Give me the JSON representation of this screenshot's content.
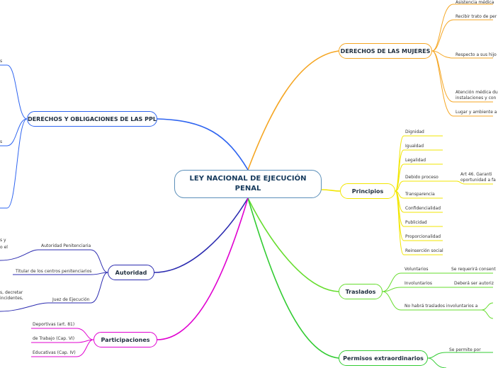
{
  "center": "LEY NACIONAL DE EJECUCIÓN PENAL",
  "colors": {
    "orange": "#f5a623",
    "yellow": "#f2e600",
    "green": "#66dd2e",
    "green2": "#33cc33",
    "blue": "#2e64f0",
    "navy": "#2b2bb0",
    "magenta": "#e000d0"
  },
  "branches": {
    "mujeres": {
      "label": "DERECHOS DE LAS MUJERES",
      "items": [
        "Asistencia médica",
        "Recibir trato de per",
        "Respecto a sus hijo",
        "Atención médica du",
        "instalaciones y con",
        "Lugar y ambiente a"
      ]
    },
    "principios": {
      "label": "Principios",
      "items": [
        "Dignidad",
        "Igualdad",
        "Legalidad",
        "Debido proceso",
        "Transparencia",
        "Confidencialidad",
        "Publicidad",
        "Proporcionalidad",
        "Reinserción social"
      ],
      "note_1": "Art 46. Garanti",
      "note_2": "oportunidad a fa"
    },
    "traslados": {
      "label": "Traslados",
      "items": [
        "Voluntarios",
        "Involuntarios",
        "No habrá traslados involuntarios a"
      ],
      "sub": [
        "Se requerirá consent",
        "Deberá ser autoriz"
      ]
    },
    "permisos": {
      "label": "Permisos extraordinarios",
      "items": [
        "Se permite por"
      ]
    },
    "ppl": {
      "label": "DERECHOS Y OBLIGACIONES DE LAS PPL",
      "items": [
        "s",
        "s"
      ]
    },
    "autoridad": {
      "label": "Autoridad",
      "items": [
        "Autoridad Penitenciaria",
        "Titular de los centros penitenciarios",
        "Juez de Ejecución"
      ],
      "left_text": [
        "s y",
        "o el",
        "s, decretar",
        "incidentes,"
      ]
    },
    "participaciones": {
      "label": "Participaciones",
      "items": [
        "Deportivas (art. 81)",
        "de Trabajo (Cap. VI)",
        "Educativas (Cap. IV)"
      ]
    }
  }
}
